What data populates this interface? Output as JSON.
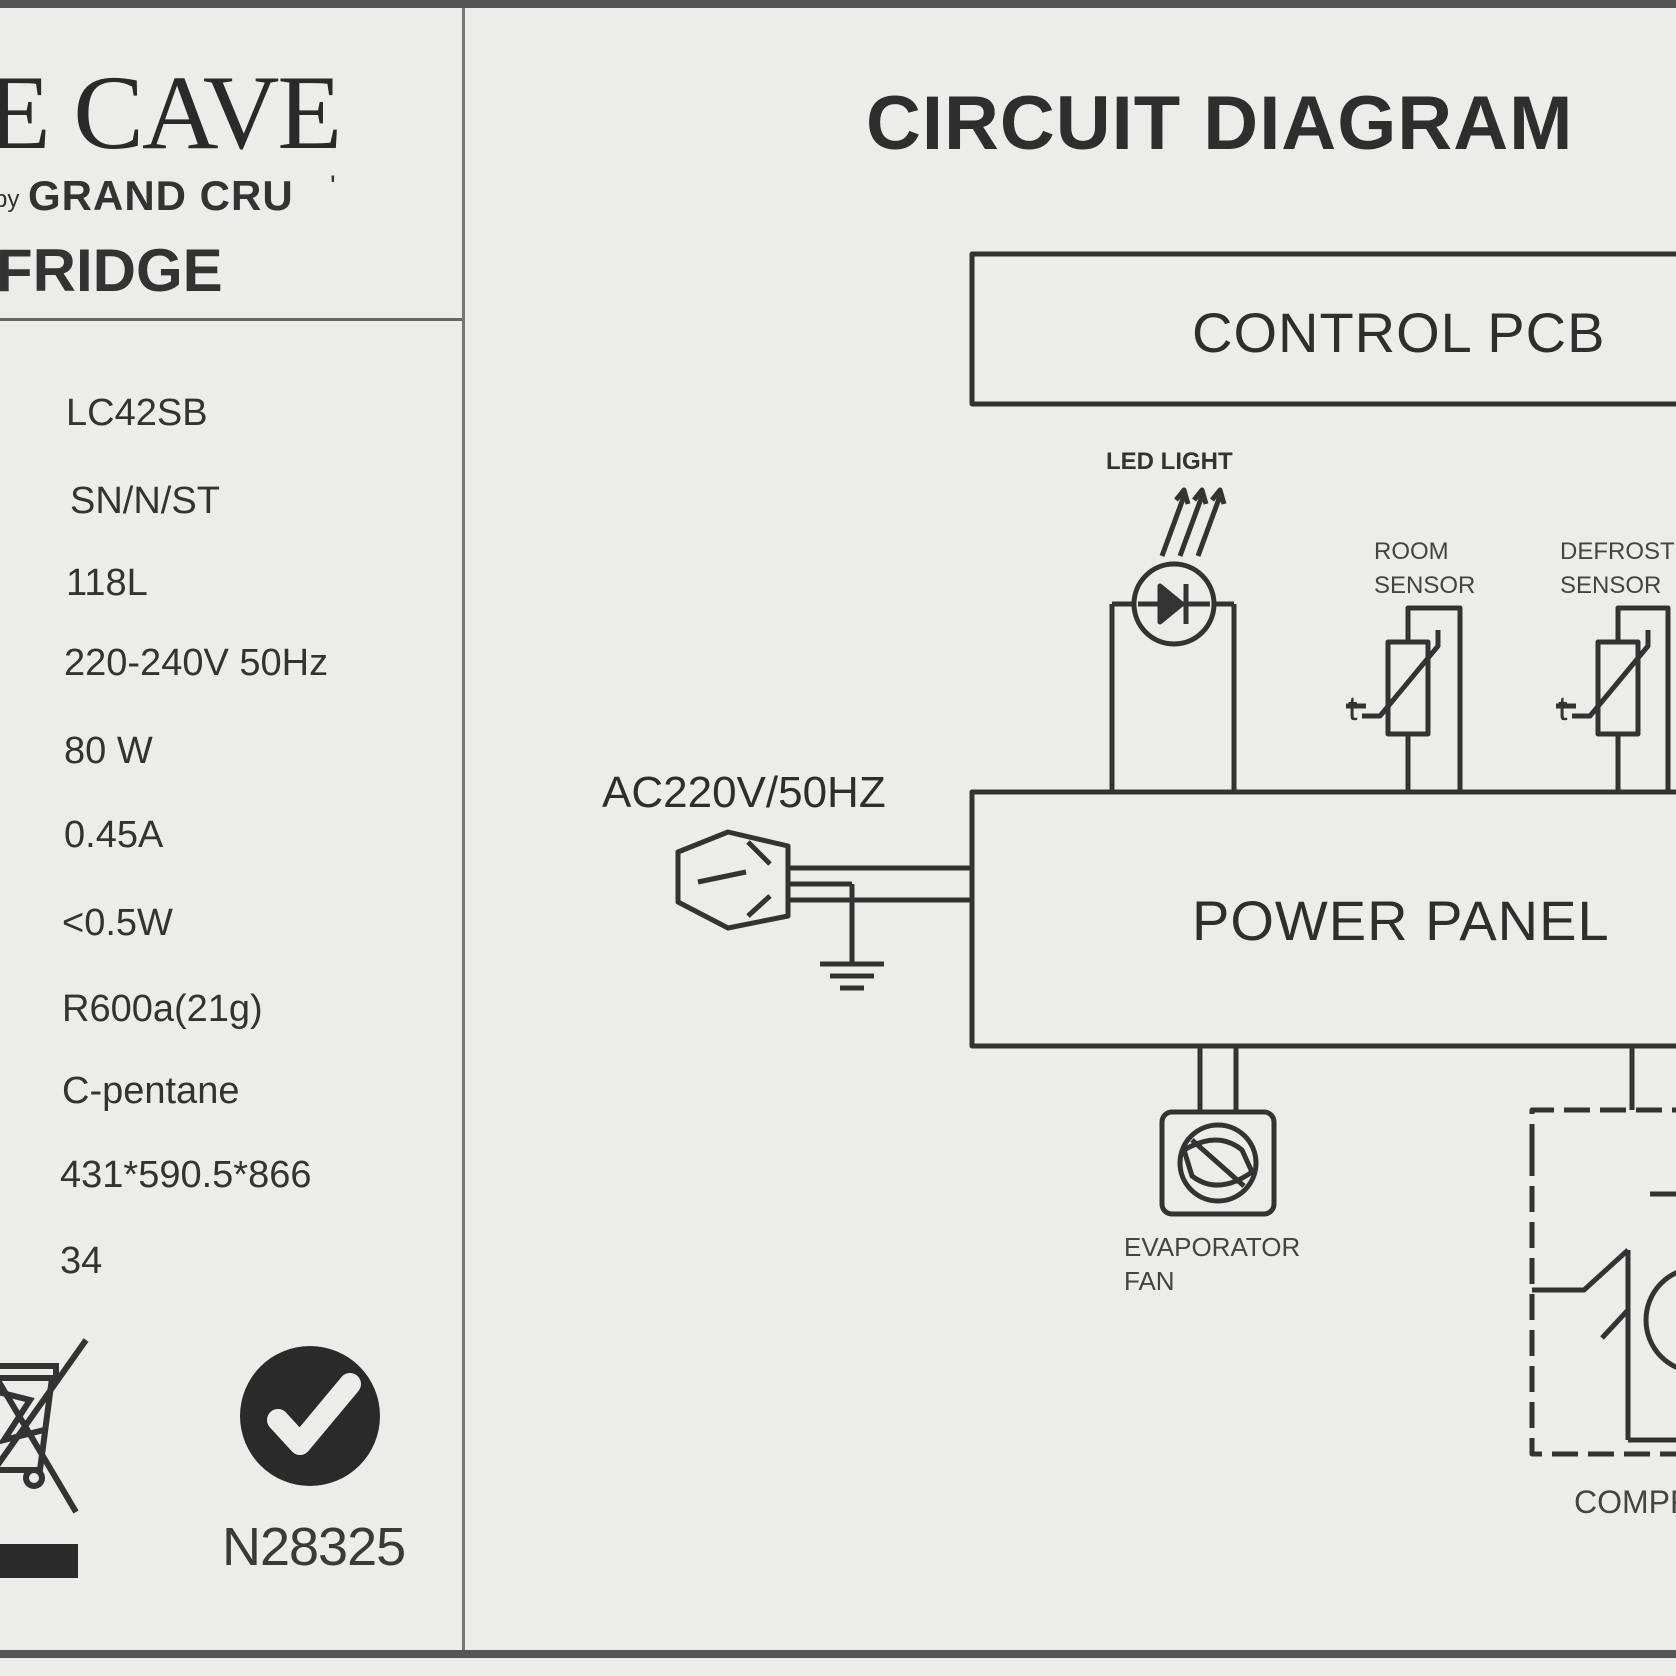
{
  "brand": {
    "name": "E CAVE",
    "by_line": "by",
    "sub_brand": "GRAND CRU",
    "sub_brand_mark": "'",
    "product": "FRIDGE"
  },
  "specs": [
    "LC42SB",
    "SN/N/ST",
    "118L",
    "220-240V  50Hz",
    "80 W",
    "0.45A",
    "<0.5W",
    "R600a(21g)",
    "C-pentane",
    "431*590.5*866",
    "34"
  ],
  "certification": {
    "code": "N28325"
  },
  "diagram": {
    "title": "CIRCUIT DIAGRAM",
    "control_pcb": "CONTROL PCB",
    "power_panel": "POWER PANEL",
    "ac_supply": "AC220V/50HZ",
    "led_light": "LED LIGHT",
    "room_sensor": [
      "ROOM",
      "SENSOR"
    ],
    "defrost_sensor": [
      "DEFROST",
      "SENSOR"
    ],
    "evaporator_fan": [
      "EVAPORATOR",
      "FAN"
    ],
    "compressor": "COMPR",
    "thermistor_symbol": "t"
  }
}
